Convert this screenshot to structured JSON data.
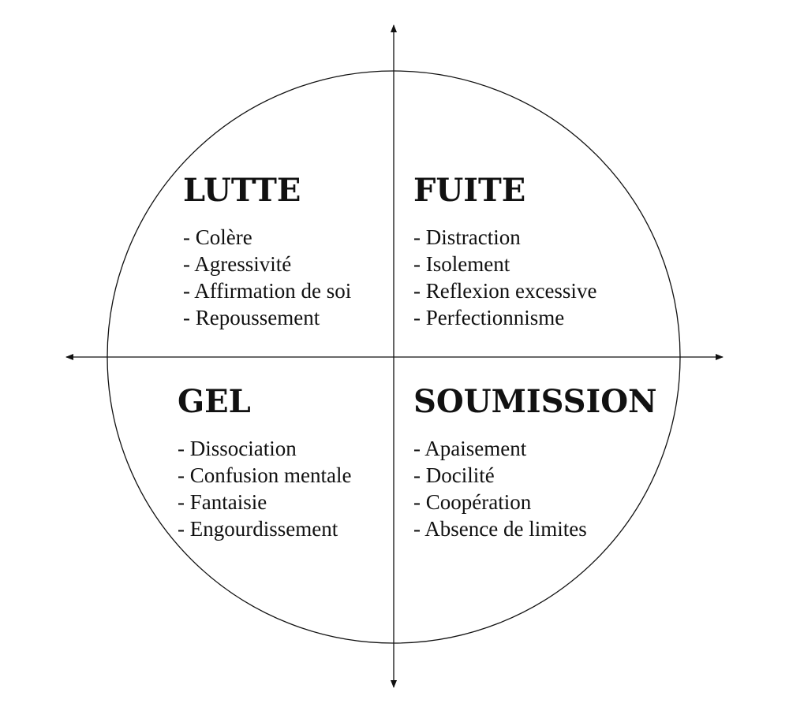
{
  "quadrants": {
    "lutte": {
      "title": "LUTTE",
      "items": [
        "Colère",
        "Agressivité",
        "Affirmation de soi",
        "Repoussement"
      ]
    },
    "fuite": {
      "title": "FUITE",
      "items": [
        "Distraction",
        "Isolement",
        "Reflexion excessive",
        "Perfectionnisme"
      ]
    },
    "gel": {
      "title": "GEL",
      "items": [
        "Dissociation",
        "Confusion mentale",
        "Fantaisie",
        "Engourdissement"
      ]
    },
    "soumission": {
      "title": "SOUMISSION",
      "items": [
        "Apaisement",
        "Docilité",
        "Coopération",
        "Absence de limites"
      ]
    }
  },
  "colors": {
    "stroke": "#111111",
    "background": "#ffffff"
  }
}
